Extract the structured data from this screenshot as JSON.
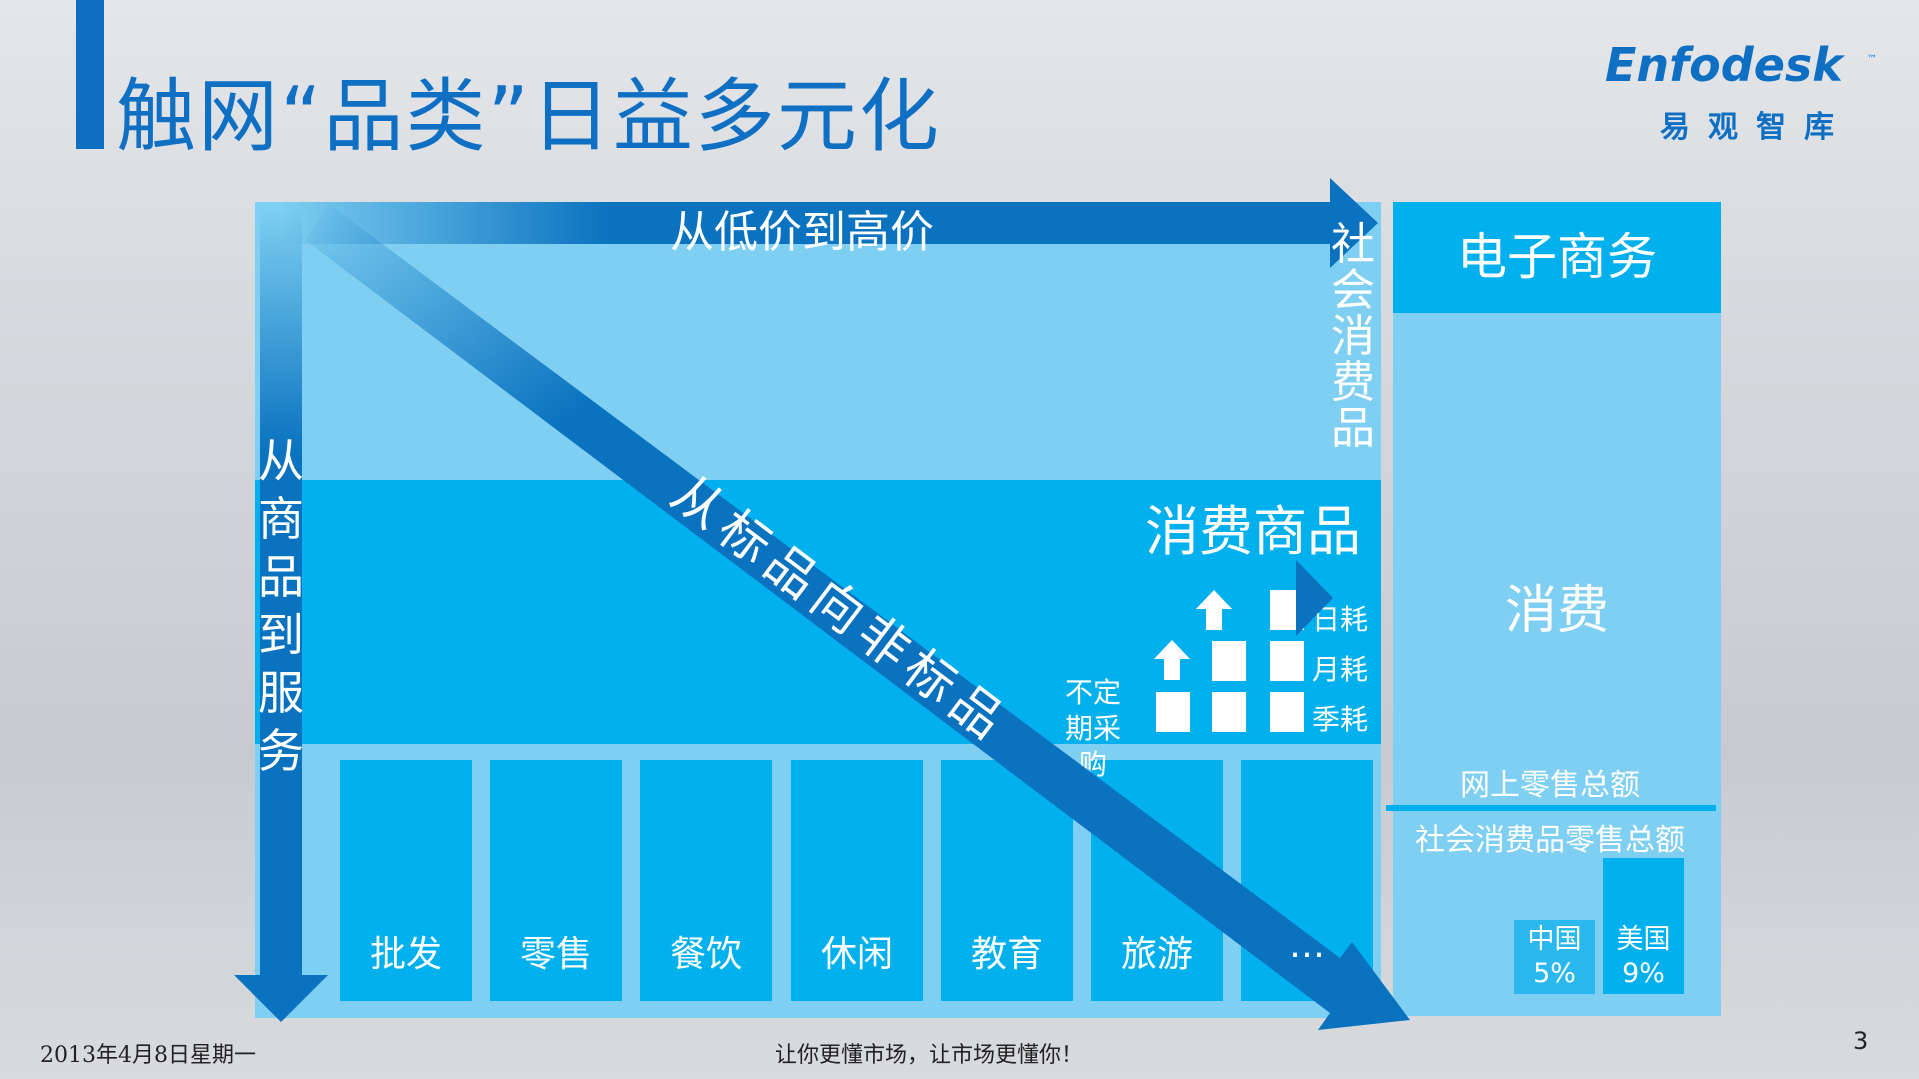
{
  "title": "触网“品类”日益多元化",
  "logo": {
    "en": "Enfodesk",
    "tm": "™",
    "cn": "易观智库"
  },
  "arrows": {
    "horizontal": "从低价到高价",
    "vertical": "从商品到服务",
    "diagonal": "从标品向非标品"
  },
  "social_consumer_goods": "社会消费品",
  "consumer_goods": "消费商品",
  "frequency": {
    "daily": "日耗",
    "monthly": "月耗",
    "seasonal": "季耗",
    "irregular": "不定期采购"
  },
  "categories": [
    "批发",
    "零售",
    "餐饮",
    "休闲",
    "教育",
    "旅游",
    "…"
  ],
  "ecommerce": {
    "header": "电子商务",
    "consumption": "消费",
    "numerator": "网上零售总额",
    "denominator": "社会消费品零售总额",
    "bars": [
      {
        "country": "中国",
        "value": "5%"
      },
      {
        "country": "美国",
        "value": "9%"
      }
    ]
  },
  "footer": {
    "date": "2013年4月8日星期一",
    "slogan": "让你更懂市场，让市场更懂你！",
    "page": "3"
  },
  "colors": {
    "accent": "#0f6fc3",
    "bright": "#02b0ee",
    "light": "#7ecff1",
    "arrow": "#0a72bf"
  }
}
